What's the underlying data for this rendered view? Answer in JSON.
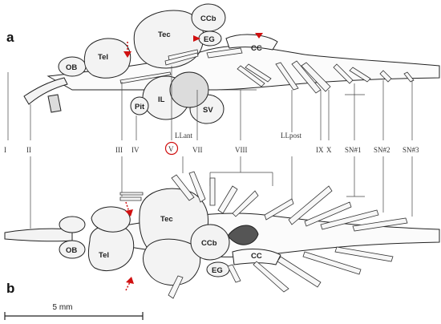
{
  "panels": {
    "a": "a",
    "b": "b"
  },
  "structures_a": {
    "ob": "OB",
    "tel": "Tel",
    "tec": "Tec",
    "ccb": "CCb",
    "eg": "EG",
    "cc": "CC",
    "pit": "Pit",
    "il": "IL",
    "sv": "SV"
  },
  "structures_b": {
    "ob": "OB",
    "tel": "Tel",
    "tec": "Tec",
    "ccb": "CCb",
    "cc": "CC",
    "eg": "EG"
  },
  "nerves": {
    "i": "I",
    "ii": "II",
    "iii": "III",
    "iv": "IV",
    "v": "V",
    "llant": "LLant",
    "vii": "VII",
    "viii": "VIII",
    "llpost": "LLpost",
    "ix": "IX",
    "x": "X",
    "sn1": "SN#1",
    "sn2": "SN#2",
    "sn3": "SN#3"
  },
  "scale_bar": {
    "label": "5 mm"
  },
  "colors": {
    "marker": "#d01010",
    "ink": "#222222"
  }
}
